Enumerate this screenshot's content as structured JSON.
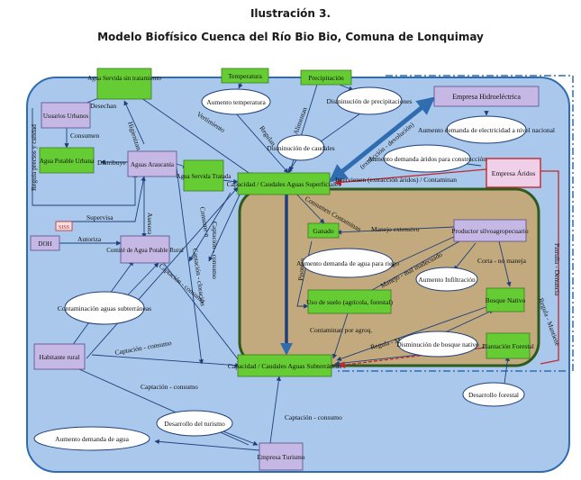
{
  "header": {
    "illustration": "Ilustración 3.",
    "title": "Modelo Biofísico Cuenca del Río Bio Bio, Comuna de Lonquimay"
  },
  "colors": {
    "basin_fill": "#a9c8ec",
    "basin_stroke": "#2f6db0",
    "zone_fill": "#c2aa7e",
    "zone_stroke": "#2f5a1e",
    "green_node": "#66cc33",
    "purple_node": "#c6b8e4",
    "ellipse": "#ffffff",
    "arrow_dark": "#1f3f7a",
    "red_line": "#c0282d"
  },
  "nodes": {
    "agua_servida": "Agua Servida sin tratamiento",
    "temperatura": "Temperatura",
    "precipitacion": "Precipitación",
    "empresa_hidro": "Empresa Hidroeléctrica",
    "usuarios_urbanos": "Usuarios Urbanos",
    "agua_potable_urbana": "Agua Potable Urbana",
    "aguas_araucania": "Aguas Araucanía",
    "agua_servida_tratada": "Agua Servida Tratada",
    "siss": "SISS",
    "doh": "DOH",
    "comite_apr": "Comité de Agua Potable Rural",
    "cap_superficiales": "Capacidad / Caudales Aguas Superficiales",
    "ganado": "Ganado",
    "productor": "Productor silvoagropecuario",
    "uso_suelo": "Uso de suelo (agrícola, forestal)",
    "bosque_nativo": "Bosque Nativo",
    "plantacion_forestal": "Plantación Forestal",
    "empresa_aridos": "Empresa Áridos",
    "cap_subterraneas": "Capacidad / Caudales Aguas Subterráneas",
    "habitante_rural": "Habitante rural",
    "empresa_turismo": "Empresa Turismo"
  },
  "ellipses": {
    "aumento_temperatura": "Aumento temperatura",
    "disminucion_precipitaciones": "Disminución de precipitaciones",
    "aumento_demanda_electricidad": "Aumento demanda de electricidad a nivel nacional",
    "disminucion_caudales": "Disminución de caudales",
    "aumento_demanda_aridos": "Aumento demanda áridos para construcción",
    "aumento_demanda_riego": "Aumento demanda de agua para riego",
    "aumento_infiltracion": "Aumento Infiltración",
    "contaminacion_subterraneas": "Contaminación aguas subterráneas",
    "disminucion_bosque": "Disminución de bosque nativo",
    "desarrollo_forestal": "Desarrollo forestal",
    "desarrollo_turismo": "Desarrollo del turismo",
    "aumento_demanda_agua": "Aumento demanda de agua"
  },
  "edge_labels": {
    "desechan": "Desechan",
    "higienizan": "Higienizan",
    "vertimiento": "Vertimiento",
    "regulan": "Regulan",
    "alimentan": "Alimentan",
    "extraccion_devolucion": "(extracción - devolución)",
    "consumen": "Consumen",
    "distribuye": "Distribuye",
    "regula_precios": "Regula precios y calidad",
    "supervisa": "Supervisa",
    "intervienen": "Intervienen (extracción áridos) / Contaminan",
    "asesora": "Asesora",
    "autoriza": "Autoriza",
    "consume_a": "Consume n",
    "captacion_consumo_v": "Captación - consumo",
    "captacion_cloracion": "Captación - cloración",
    "captacion_consumo_d": "Captación - consumo",
    "consumen_contaminan": "Consumen Contaminan",
    "manejo_extensivo": "Manejo extensivo",
    "pisotean": "Pisotean",
    "manejo_inadecuado": "Manejo - mal inadecuado",
    "corta_no_maneja": "Corta - no maneja",
    "contaminan_agroq": "Contaminan por agroq.",
    "regula_mantiene": "Regula - Mantiene",
    "regula_mantiene_2": "Regula - Mantiene",
    "patrulla_denuncia": "Patrulla - Denuncia",
    "captacion_consumo_h": "Captación - consumo",
    "captacion_consumo_b": "Captación - consumo",
    "captacion_consumo_t": "Captación - consumo"
  }
}
